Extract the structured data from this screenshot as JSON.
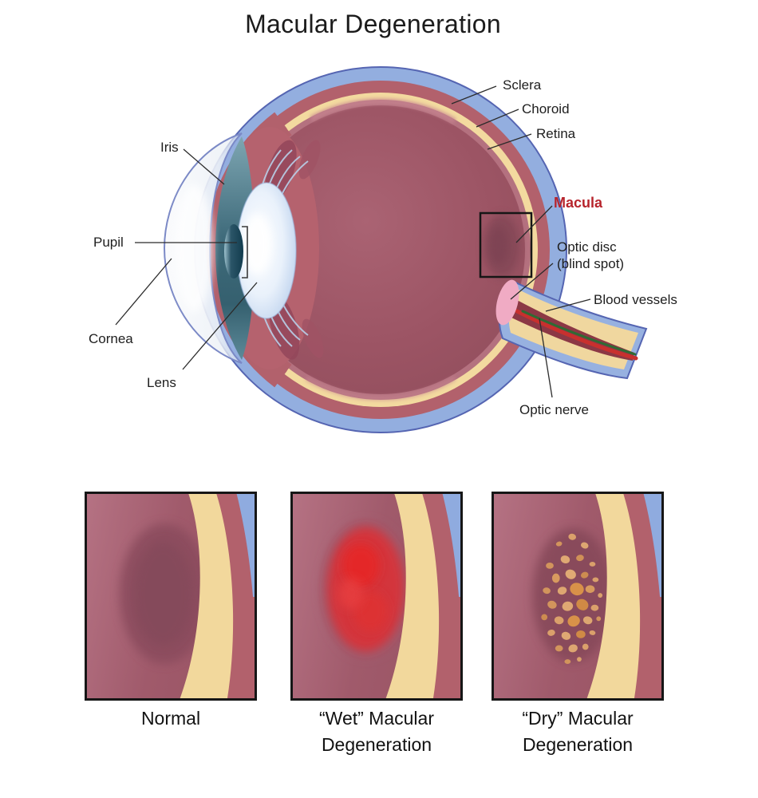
{
  "title": "Macular Degeneration",
  "anatomy_labels": {
    "sclera": "Sclera",
    "choroid": "Choroid",
    "retina": "Retina",
    "macula": "Macula",
    "optic_disc_line1": "Optic disc",
    "optic_disc_line2": "(blind spot)",
    "blood_vessels": "Blood vessels",
    "optic_nerve": "Optic nerve",
    "iris": "Iris",
    "pupil": "Pupil",
    "cornea": "Cornea",
    "lens": "Lens"
  },
  "panels": [
    {
      "id": "normal",
      "caption_line1": "Normal",
      "caption_line2": ""
    },
    {
      "id": "wet",
      "caption_line1": "“Wet” Macular",
      "caption_line2": "Degeneration"
    },
    {
      "id": "dry",
      "caption_line1": "“Dry” Macular",
      "caption_line2": "Degeneration"
    }
  ],
  "colors": {
    "macula-label-red": "#b7242c",
    "label-text": "#1e1e1e",
    "sclera-blue": "#93aedf",
    "choroid-red": "#b2616c",
    "retina-cream": "#f3da9f",
    "vitreous-maroon": "#9c5464",
    "optic-disc-pink": "#f0abc4",
    "wet-hemorrhage-red": "#d93138",
    "drusen-tan": "#d89a5f",
    "iris-teal": "#3f6b7b",
    "lens-blue": "#cfe0f4"
  }
}
